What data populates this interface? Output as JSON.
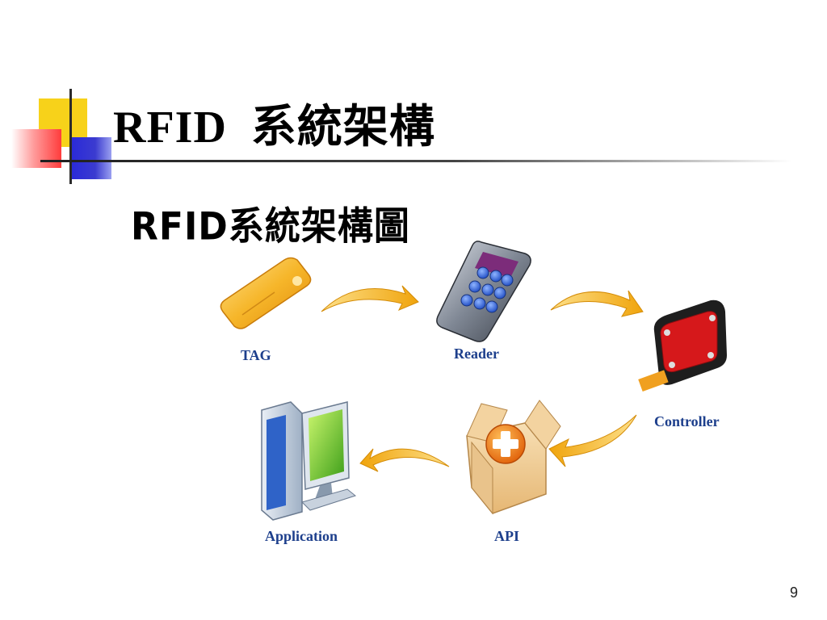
{
  "slide": {
    "title": "RFID  系統架構",
    "page_number": "9"
  },
  "diagram": {
    "title": "RFID系統架構圖",
    "nodes": [
      {
        "id": "tag",
        "label": "TAG",
        "icon": "rfid-card-icon"
      },
      {
        "id": "reader",
        "label": "Reader",
        "icon": "keypad-reader-icon"
      },
      {
        "id": "controller",
        "label": "Controller",
        "icon": "controller-device-icon"
      },
      {
        "id": "api",
        "label": "API",
        "icon": "package-box-icon"
      },
      {
        "id": "application",
        "label": "Application",
        "icon": "computer-icon"
      }
    ],
    "flow": [
      "TAG",
      "Reader",
      "Controller",
      "API",
      "Application"
    ],
    "colors": {
      "arrow": "#f5b417",
      "label": "#1d3f8c",
      "card": "#f5b52a",
      "controller_panel": "#d6181b"
    }
  }
}
